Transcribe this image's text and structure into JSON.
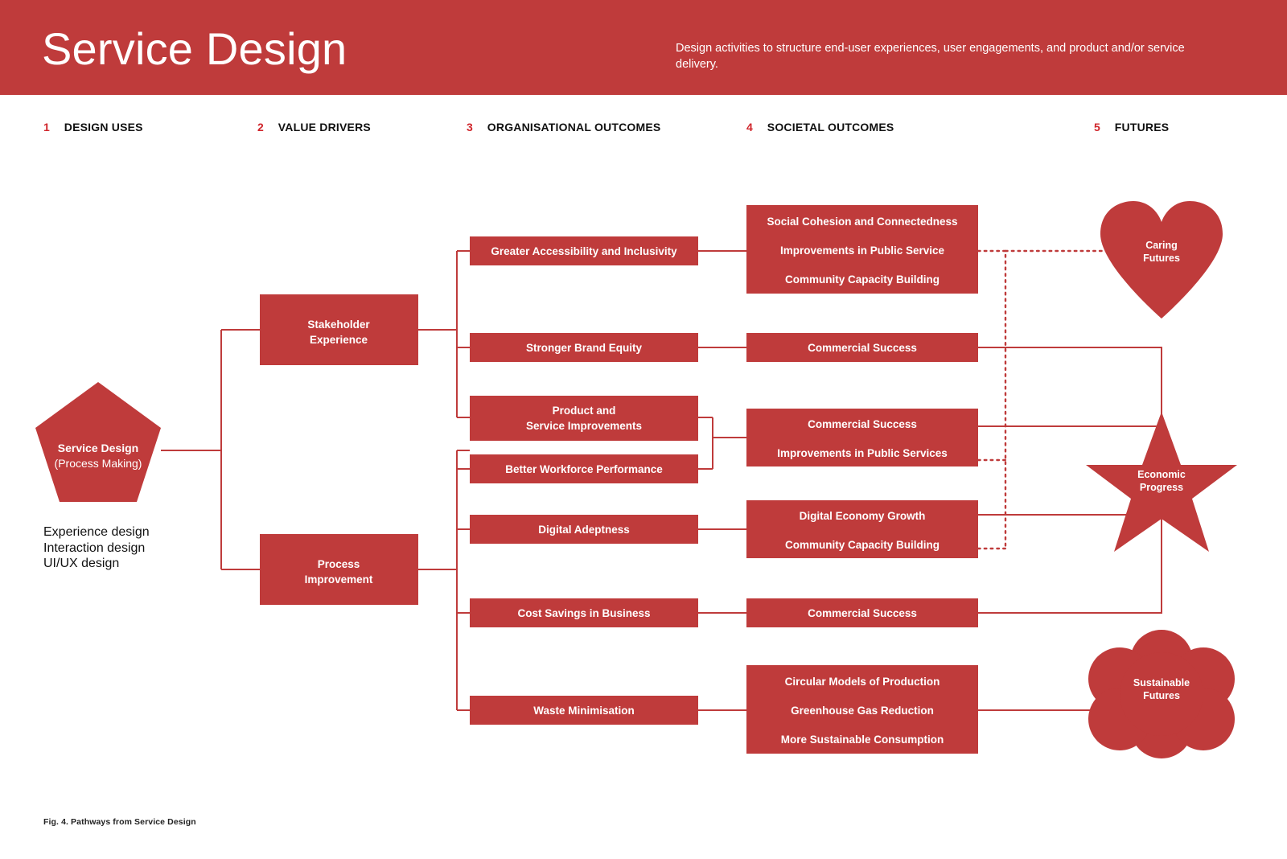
{
  "header": {
    "title": "Service Design",
    "description": "Design activities to structure end-user experiences, user engagements, and product and/or service delivery."
  },
  "columns": [
    {
      "num": "1",
      "label": "DESIGN USES"
    },
    {
      "num": "2",
      "label": "VALUE DRIVERS"
    },
    {
      "num": "3",
      "label": "ORGANISATIONAL OUTCOMES"
    },
    {
      "num": "4",
      "label": "SOCIETAL OUTCOMES"
    },
    {
      "num": "5",
      "label": "FUTURES"
    }
  ],
  "design_use": {
    "shape": "pentagon",
    "title": "Service Design",
    "subtitle": "(Process Making)",
    "caption_lines": [
      "Experience design",
      "Interaction design",
      "UI/UX design"
    ],
    "caption": "Experience design\nInteraction design\nUI/UX design"
  },
  "value_drivers": [
    {
      "line1": "Stakeholder",
      "line2": "Experience"
    },
    {
      "line1": "Process",
      "line2": "Improvement"
    }
  ],
  "organisational_outcomes": [
    {
      "line1": "Greater Accessibility and Inclusivity",
      "line2": ""
    },
    {
      "line1": "Stronger Brand Equity",
      "line2": ""
    },
    {
      "line1": "Product and",
      "line2": "Service Improvements"
    },
    {
      "line1": "Better Workforce Performance",
      "line2": ""
    },
    {
      "line1": "Digital Adeptness",
      "line2": ""
    },
    {
      "line1": "Cost Savings in Business",
      "line2": ""
    },
    {
      "line1": "Waste Minimisation",
      "line2": ""
    }
  ],
  "societal_outcomes": [
    {
      "items": [
        "Social Cohesion and Connectedness",
        "Improvements in Public Service",
        "Community Capacity Building"
      ]
    },
    {
      "items": [
        "Commercial Success"
      ]
    },
    {
      "items": [
        "Commercial Success",
        "Improvements in Public Services"
      ]
    },
    {
      "items": [
        "Digital Economy Growth",
        "Community Capacity Building"
      ]
    },
    {
      "items": [
        "Commercial Success"
      ]
    },
    {
      "items": [
        "Circular Models of Production",
        "Greenhouse Gas Reduction",
        "More Sustainable Consumption"
      ]
    }
  ],
  "futures": [
    {
      "shape": "heart",
      "line1": "Caring",
      "line2": "Futures"
    },
    {
      "shape": "star",
      "line1": "Economic",
      "line2": "Progress"
    },
    {
      "shape": "flower",
      "line1": "Sustainable",
      "line2": "Futures"
    }
  ],
  "figure_caption": "Fig. 4. Pathways from Service Design",
  "colors": {
    "brand_red": "#bf3b3b",
    "accent_red": "#d0252b",
    "text_dark": "#111111",
    "white": "#ffffff"
  }
}
